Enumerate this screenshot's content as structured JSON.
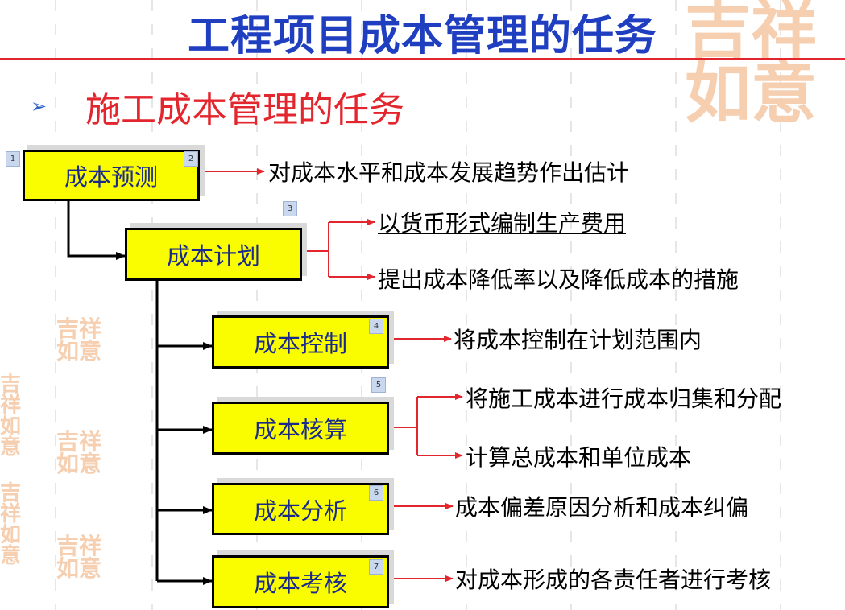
{
  "title": "工程项目成本管理的任务",
  "section": {
    "bullet": "➢",
    "heading": "施工成本管理的任务"
  },
  "boxes": [
    {
      "num": "1",
      "label": ""
    },
    {
      "num": "2",
      "label": "成本预测"
    },
    {
      "num": "3",
      "label": "成本计划"
    },
    {
      "num": "4",
      "label": "成本控制"
    },
    {
      "num": "5",
      "label": "成本核算"
    },
    {
      "num": "6",
      "label": "成本分析"
    },
    {
      "num": "7",
      "label": "成本考核"
    }
  ],
  "descriptions": {
    "forecast": "对成本水平和成本发展趋势作出估计",
    "plan_a": "以货币形式编制生产费用",
    "plan_b": "提出成本降低率以及降低成本的措施",
    "control": "将成本控制在计划范围内",
    "account_a": "将施工成本进行成本归集和分配",
    "account_b": "计算总成本和单位成本",
    "analysis": "成本偏差原因分析和成本纠偏",
    "assessment": "对成本形成的各责任者进行考核"
  },
  "colors": {
    "title": "#1f3ec0",
    "accent_red": "#e3262d",
    "box_fill": "#fafc00",
    "box_text": "#1a2a8c"
  },
  "decorations": {
    "seal_glyphs": "吉祥如意"
  }
}
